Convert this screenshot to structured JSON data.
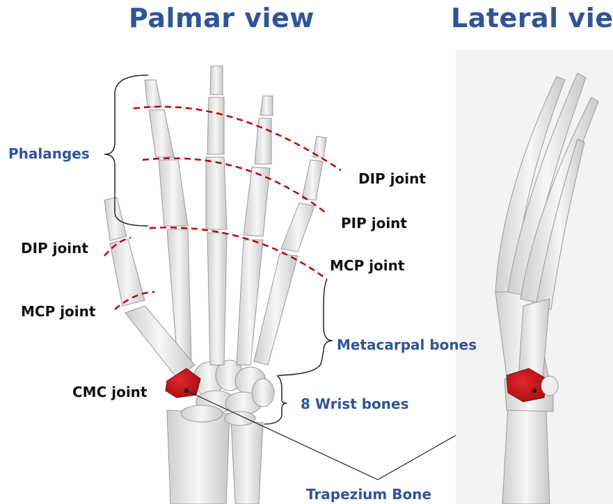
{
  "titles": {
    "palmar": "Palmar view",
    "lateral": "Lateral view"
  },
  "labels": {
    "phalanges": "Phalanges",
    "dip_finger": "DIP joint",
    "pip_finger": "PIP joint",
    "mcp_finger": "MCP joint",
    "dip_thumb": "DIP joint",
    "mcp_thumb": "MCP joint",
    "metacarpal": "Metacarpal bones",
    "cmc": "CMC joint",
    "wrist": "8 Wrist bones",
    "trapezium": "Trapezium Bone"
  },
  "colors": {
    "title_blue": "#2f5597",
    "joint_dash": "#c00000",
    "trapezium": "#c0141a",
    "bone": "#e9e9e9"
  }
}
